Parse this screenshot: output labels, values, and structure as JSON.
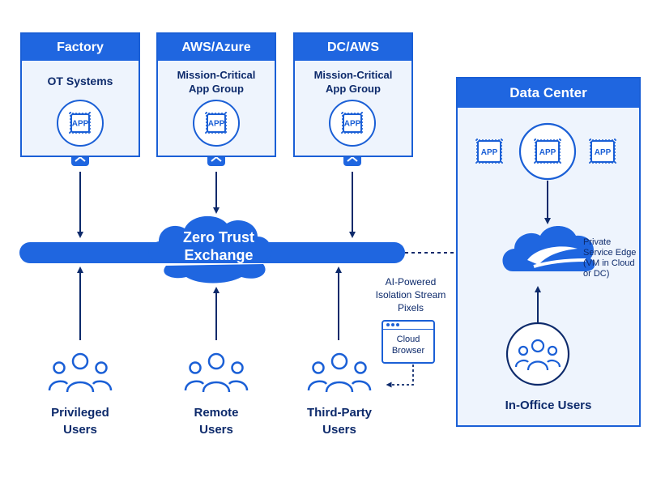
{
  "sites": [
    {
      "header": "Factory",
      "subtitle_lines": [
        "OT Systems"
      ],
      "app_label": "APP"
    },
    {
      "header": "AWS/Azure",
      "subtitle_lines": [
        "Mission-Critical",
        "App Group"
      ],
      "app_label": "APP"
    },
    {
      "header": "DC/AWS",
      "subtitle_lines": [
        "Mission-Critical",
        "App Group"
      ],
      "app_label": "APP"
    }
  ],
  "exchange": {
    "lines": [
      "Zero Trust",
      "Exchange"
    ]
  },
  "users": [
    {
      "lines": [
        "Privileged",
        "Users"
      ]
    },
    {
      "lines": [
        "Remote",
        "Users"
      ]
    },
    {
      "lines": [
        "Third-Party",
        "Users"
      ]
    }
  ],
  "isolation": {
    "lines": [
      "AI-Powered",
      "Isolation Stream",
      "Pixels"
    ],
    "browser_lines": [
      "Cloud",
      "Browser"
    ]
  },
  "data_center": {
    "header": "Data Center",
    "app_labels": [
      "APP",
      "APP",
      "APP"
    ],
    "service_edge_lines": [
      "Private",
      "Service Edge",
      "(VM in Cloud",
      "or DC)"
    ],
    "in_office_label": "In-Office Users"
  },
  "colors": {
    "primary": "#1f66e0",
    "dark_text": "#0d2a6b",
    "panel_bg": "#eef4fd"
  }
}
